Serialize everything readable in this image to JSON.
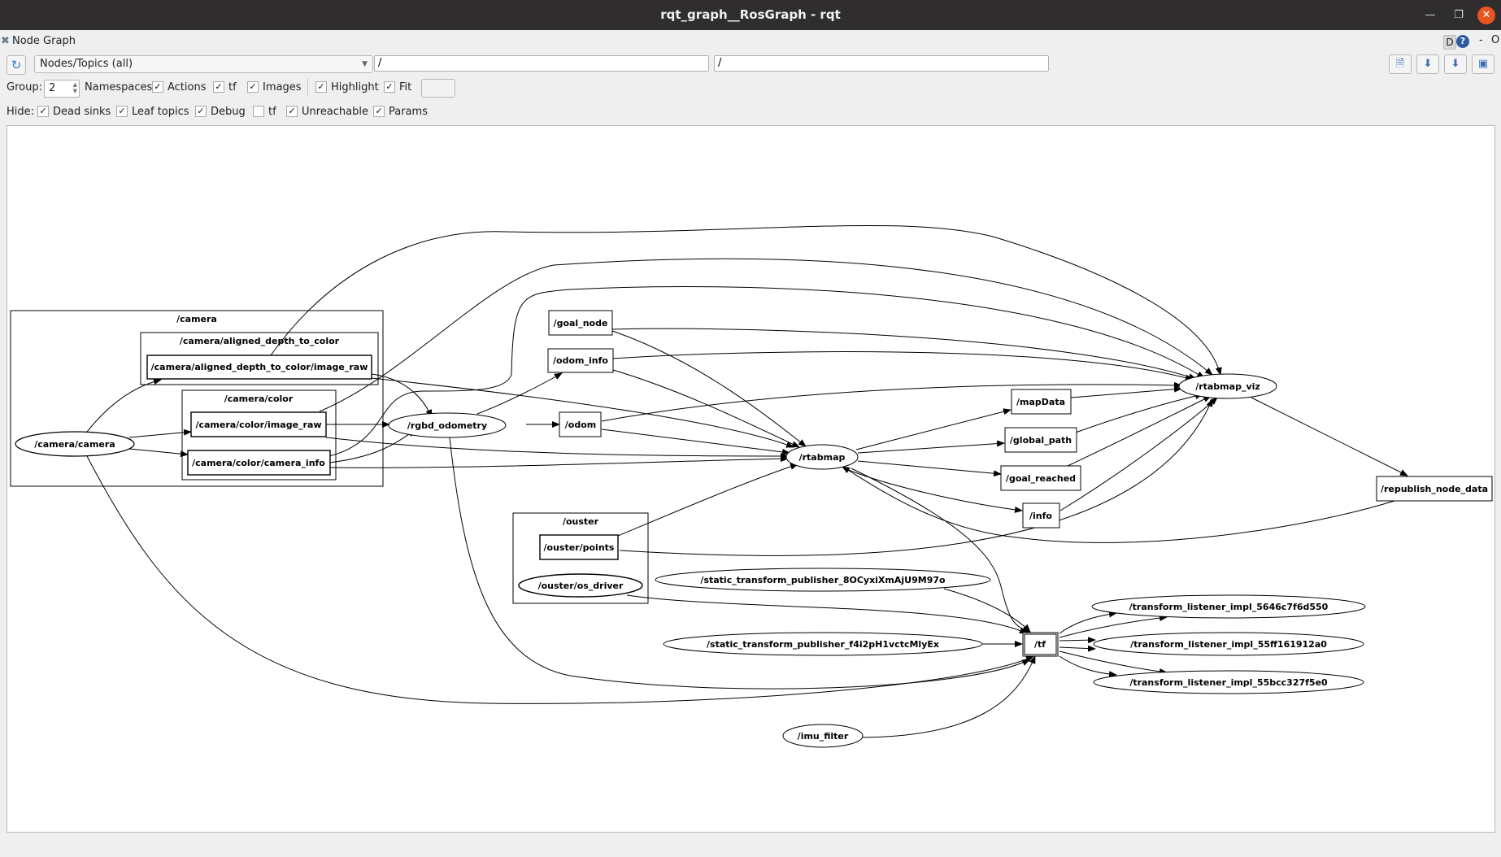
{
  "window": {
    "title": "rqt_graph__RosGraph - rqt",
    "minimize_icon": "minimize-icon",
    "maximize_icon": "restore-icon",
    "close_icon": "close-icon"
  },
  "plugin": {
    "name": "Node Graph",
    "d_label": "D",
    "help_label": "?",
    "minimize_label": "-",
    "close_label": "O"
  },
  "toolbar": {
    "refresh_icon": "refresh-icon",
    "graph_type": "Nodes/Topics (all)",
    "node_filter": "/",
    "topic_filter": "/",
    "buttons": [
      {
        "name": "load-dot-button",
        "icon": "open-file-icon"
      },
      {
        "name": "save-dot-button",
        "icon": "save-dot-icon"
      },
      {
        "name": "save-svg-button",
        "icon": "save-svg-icon"
      },
      {
        "name": "save-image-button",
        "icon": "save-image-icon"
      }
    ]
  },
  "options": {
    "group_label": "Group:",
    "group_value": "2",
    "namespaces_label": "Namespaces",
    "actions": {
      "label": "Actions",
      "checked": true
    },
    "tf": {
      "label": "tf",
      "checked": true
    },
    "images": {
      "label": "Images",
      "checked": true
    },
    "highlight": {
      "label": "Highlight",
      "checked": true
    },
    "fit": {
      "label": "Fit",
      "checked": true
    }
  },
  "hide": {
    "label": "Hide:",
    "dead_sinks": {
      "label": "Dead sinks",
      "checked": true
    },
    "leaf_topics": {
      "label": "Leaf topics",
      "checked": true
    },
    "debug": {
      "label": "Debug",
      "checked": true
    },
    "tf": {
      "label": "tf",
      "checked": false
    },
    "unreachable": {
      "label": "Unreachable",
      "checked": true
    },
    "params": {
      "label": "Params",
      "checked": true
    }
  },
  "graph": {
    "clusters": {
      "camera": "/camera",
      "aligned": "/camera/aligned_depth_to_color",
      "color": "/camera/color",
      "ouster": "/ouster"
    },
    "nodes": {
      "camera_camera": "/camera/camera",
      "rgbd_odometry": "/rgbd_odometry",
      "rtabmap": "/rtabmap",
      "rtabmap_viz": "/rtabmap_viz",
      "republish_node_data": "/republish_node_data",
      "ouster_os_driver": "/ouster/os_driver",
      "stp1": "/static_transform_publisher_8OCyxiXmAjU9M97o",
      "stp2": "/static_transform_publisher_f4i2pH1vctcMlyEx",
      "tl1": "/transform_listener_impl_5646c7f6d550",
      "tl2": "/transform_listener_impl_55ff161912a0",
      "tl3": "/transform_listener_impl_55bcc327f5e0",
      "imu_filter": "/imu_filter"
    },
    "topics": {
      "depth_image_raw": "/camera/aligned_depth_to_color/image_raw",
      "color_image_raw": "/camera/color/image_raw",
      "color_camera_info": "/camera/color/camera_info",
      "goal_node": "/goal_node",
      "odom_info": "/odom_info",
      "odom": "/odom",
      "mapData": "/mapData",
      "global_path": "/global_path",
      "goal_reached": "/goal_reached",
      "info": "/info",
      "ouster_points": "/ouster/points",
      "tf": "/tf"
    }
  }
}
